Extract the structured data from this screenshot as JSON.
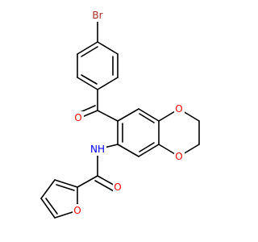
{
  "molecule": {
    "atoms": [
      {
        "id": "Br",
        "text": "Br",
        "color": "#a52a2a"
      },
      {
        "id": "O_ketone",
        "text": "O",
        "color": "#ff0000"
      },
      {
        "id": "O_diox_top",
        "text": "O",
        "color": "#ff0000"
      },
      {
        "id": "O_diox_bottom",
        "text": "O",
        "color": "#ff0000"
      },
      {
        "id": "NH",
        "text": "NH",
        "color": "#0000ff"
      },
      {
        "id": "O_amide",
        "text": "O",
        "color": "#ff0000"
      },
      {
        "id": "O_furan",
        "text": "O",
        "color": "#ff0000"
      }
    ],
    "bond_color": "#000000"
  }
}
